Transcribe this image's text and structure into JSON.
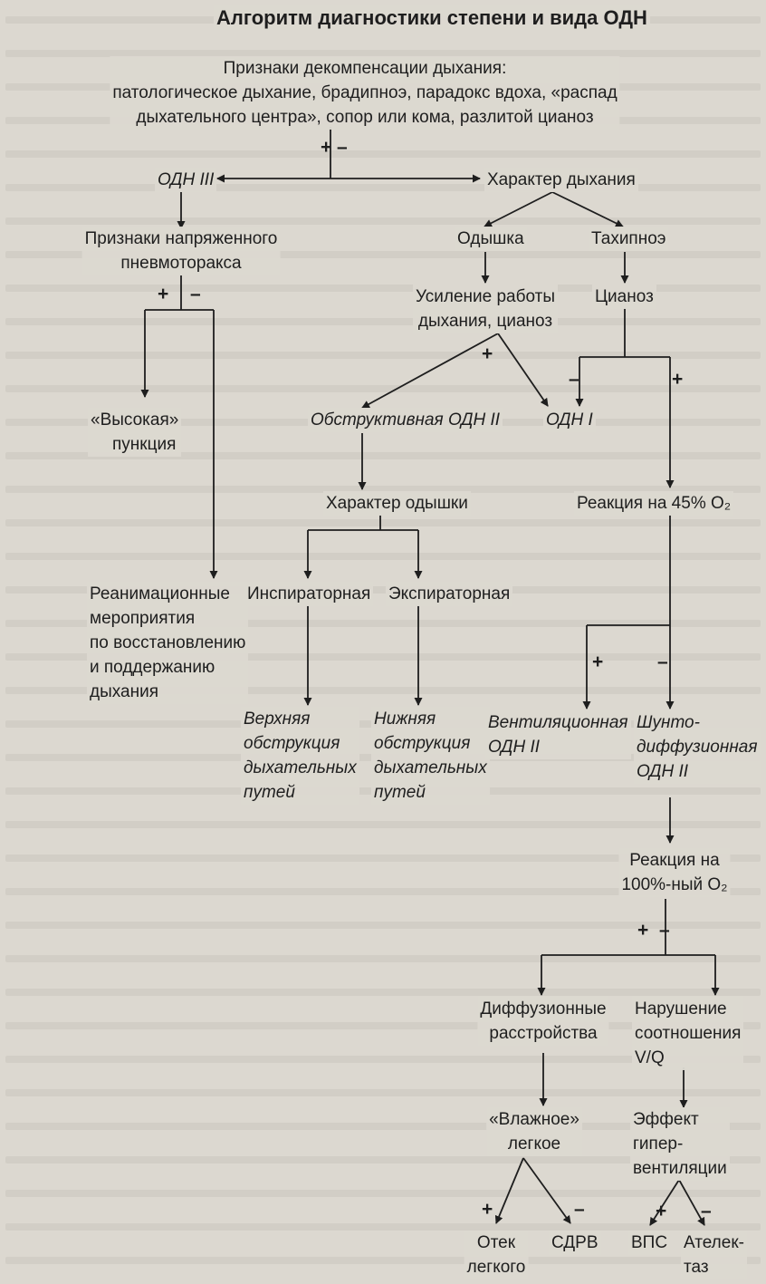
{
  "title": "Алгоритм диагностики степени и вида ОДН",
  "nodes": {
    "decomp": {
      "lines": [
        "Признаки декомпенсации дыхания:",
        "патологическое дыхание, брадипноэ, парадокс вдоха, «распад",
        "дыхательного центра», сопор или кома, разлитой цианоз"
      ]
    },
    "odn3": {
      "lines": [
        "ОДН III"
      ]
    },
    "breath_char": {
      "lines": [
        "Характер дыхания"
      ]
    },
    "pneumo": {
      "lines": [
        "Признаки напряженного",
        "пневмоторакса"
      ]
    },
    "dyspnea": {
      "lines": [
        "Одышка"
      ]
    },
    "tachypnea": {
      "lines": [
        "Тахипноэ"
      ]
    },
    "work": {
      "lines": [
        "Усиление работы",
        "дыхания, цианоз"
      ]
    },
    "cyanosis": {
      "lines": [
        "Цианоз"
      ]
    },
    "puncture": {
      "lines": [
        "«Высокая»",
        "пункция"
      ]
    },
    "obstructive": {
      "lines": [
        "Обструктивная ОДН II"
      ]
    },
    "odn1": {
      "lines": [
        "ОДН I"
      ]
    },
    "dysp_char": {
      "lines": [
        "Характер одышки"
      ]
    },
    "o2_45": {
      "lines": [
        "Реакция на 45% O₂"
      ]
    },
    "resus": {
      "lines": [
        "Реанимационные",
        "мероприятия",
        "по восстановлению",
        "и поддержанию",
        "дыхания"
      ]
    },
    "inspir": {
      "lines": [
        "Инспираторная"
      ]
    },
    "expir": {
      "lines": [
        "Экспираторная"
      ]
    },
    "upper": {
      "lines": [
        "Верхняя",
        "обструкция",
        "дыхательных",
        "путей"
      ]
    },
    "lower": {
      "lines": [
        "Нижняя",
        "обструкция",
        "дыхательных",
        "путей"
      ]
    },
    "vent": {
      "lines": [
        "Вентиляционная",
        "ОДН II"
      ]
    },
    "shunt": {
      "lines": [
        "Шунто-",
        "диффузионная",
        "ОДН II"
      ]
    },
    "o2_100": {
      "lines": [
        "Реакция на",
        "100%-ный O₂"
      ]
    },
    "diffusion": {
      "lines": [
        "Диффузионные",
        "расстройства"
      ]
    },
    "vq": {
      "lines": [
        "Нарушение",
        "соотношения",
        "V/Q"
      ]
    },
    "wet": {
      "lines": [
        "«Влажное»",
        "легкое"
      ]
    },
    "hyper": {
      "lines": [
        "Эффект",
        "гипер-",
        "вентиляции"
      ]
    },
    "edema": {
      "lines": [
        "Отек",
        "легкого"
      ]
    },
    "sdrv": {
      "lines": [
        "СДРВ"
      ]
    },
    "vps": {
      "lines": [
        "ВПС"
      ]
    },
    "atel": {
      "lines": [
        "Ателек-",
        "таз"
      ]
    }
  },
  "signs": {
    "s1": "+",
    "s2": "–",
    "s3": "+",
    "s4": "–",
    "s5": "+",
    "s6": "–",
    "s7": "+",
    "s8": "+",
    "s9": "–",
    "s10": "+",
    "s11": "–",
    "s12": "+",
    "s13": "–",
    "s14": "+",
    "s15": "–"
  },
  "colors": {
    "paper": "#dcd8d0",
    "ink": "#1e1e1e"
  }
}
